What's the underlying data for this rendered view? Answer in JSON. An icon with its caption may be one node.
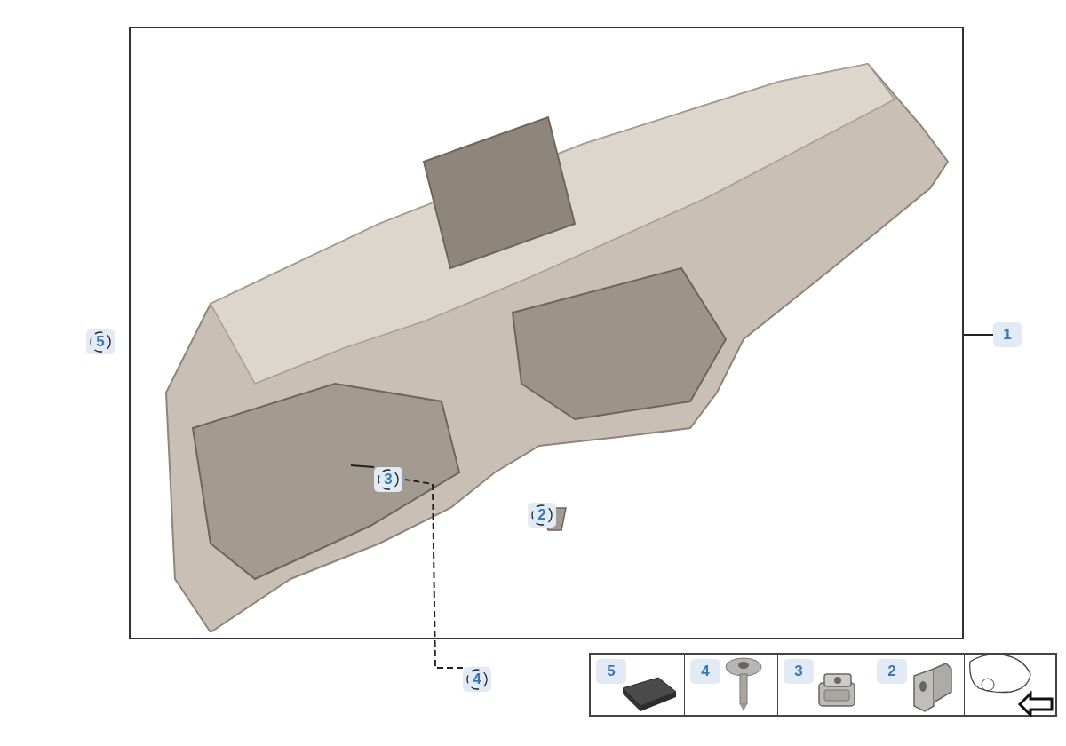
{
  "diagram": {
    "nodes": [
      {
        "text": [],
        "shape": "box"
      },
      {
        "text": [],
        "shape": "picture",
        "in": 0
      },
      {
        "text": [
          "5"
        ]
      },
      {
        "text": [
          "1"
        ]
      },
      {
        "text": [
          "3"
        ],
        "in": 1
      },
      {
        "text": [
          "2"
        ],
        "in": 1
      },
      {
        "text": [
          "4"
        ]
      },
      {
        "text": [
          "5"
        ]
      },
      {
        "text": [
          "4"
        ]
      },
      {
        "text": [
          "3"
        ]
      },
      {
        "text": [
          "2"
        ]
      }
    ],
    "edges": [
      {
        "from": 3,
        "to": 0,
        "arrow": "none"
      },
      {
        "from": 4,
        "to": 1,
        "arrow": "none"
      },
      {
        "from": 6,
        "to": 1,
        "arrow": "none",
        "style": "dashed"
      }
    ]
  }
}
